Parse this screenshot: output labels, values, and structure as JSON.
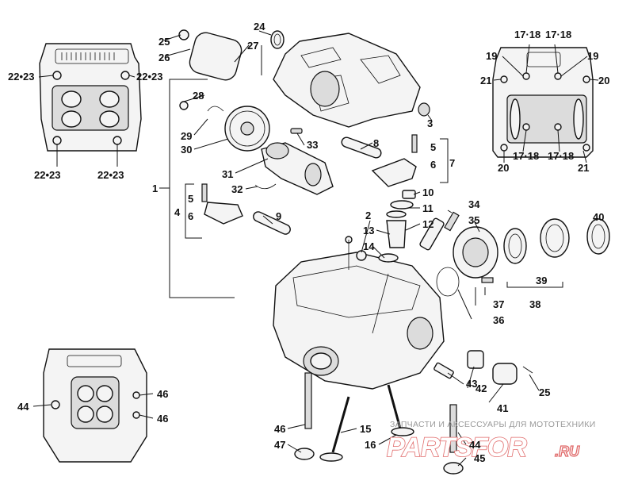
{
  "callouts": {
    "c1": "1",
    "c2": "2",
    "c3": "3",
    "c4": "4",
    "c5a": "5",
    "c5b": "5",
    "c6a": "6",
    "c6b": "6",
    "c7": "7",
    "c8": "8",
    "c9": "9",
    "c10": "10",
    "c11": "11",
    "c12": "12",
    "c13": "13",
    "c14": "14",
    "c15": "15",
    "c16": "16",
    "c17a": "17·18",
    "c17b": "17·18",
    "c17c": "17·18",
    "c17d": "17·18",
    "c19a": "19",
    "c19b": "19",
    "c20a": "20",
    "c20b": "20",
    "c21a": "21",
    "c21b": "21",
    "c22a": "22•23",
    "c22b": "22•23",
    "c22c": "22•23",
    "c22d": "22•23",
    "c24": "24",
    "c25a": "25",
    "c25b": "25",
    "c26": "26",
    "c27": "27",
    "c28": "28",
    "c29": "29",
    "c30": "30",
    "c31": "31",
    "c32": "32",
    "c33": "33",
    "c34": "34",
    "c35": "35",
    "c36": "36",
    "c37": "37",
    "c38": "38",
    "c39": "39",
    "c40": "40",
    "c41": "41",
    "c42": "42",
    "c43": "43",
    "c44a": "44",
    "c44b": "44",
    "c45": "45",
    "c46a": "46",
    "c46b": "46",
    "c46c": "46",
    "c47": "47"
  },
  "watermark": {
    "tagline": "ЗАПЧАСТИ И АКСЕССУАРЫ ДЛЯ МОТОТЕХНИКИ",
    "logo_main": "PARTSFOR",
    "logo_tld": ".RU"
  },
  "colors": {
    "ink": "#111111",
    "watermark_red": "#e06a6a",
    "watermark_gray": "#9a9a9a"
  }
}
